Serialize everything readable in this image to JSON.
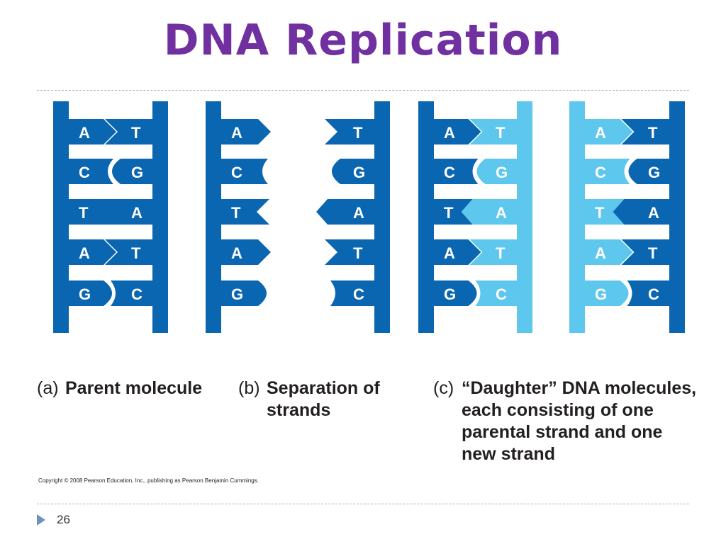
{
  "title": "DNA Replication",
  "colors": {
    "title": "#7030a0",
    "parent_strand": "#0a66b0",
    "new_strand": "#5ec7ee",
    "strand_dark": "#003a70",
    "letter": "#ffffff",
    "divider": "#9db4c6",
    "footer_arrow": "#6d93b8"
  },
  "panels": [
    {
      "id": "a",
      "letter": "(a)",
      "caption": "Parent molecule",
      "left_strand": "parent",
      "right_strand": "parent",
      "separated": false,
      "pairs": [
        {
          "left": "A",
          "right": "T",
          "shape": "arrow"
        },
        {
          "left": "C",
          "right": "G",
          "shape": "round"
        },
        {
          "left": "T",
          "right": "A",
          "shape": "notch"
        },
        {
          "left": "A",
          "right": "T",
          "shape": "arrow"
        },
        {
          "left": "G",
          "right": "C",
          "shape": "round-right"
        }
      ]
    },
    {
      "id": "b",
      "letter": "(b)",
      "caption": "Separation of strands",
      "left_strand": "parent",
      "right_strand": "parent",
      "separated": true,
      "pairs": [
        {
          "left": "A",
          "right": "T",
          "shape": "arrow"
        },
        {
          "left": "C",
          "right": "G",
          "shape": "round"
        },
        {
          "left": "T",
          "right": "A",
          "shape": "notch"
        },
        {
          "left": "A",
          "right": "T",
          "shape": "arrow"
        },
        {
          "left": "G",
          "right": "C",
          "shape": "round-right"
        }
      ]
    },
    {
      "id": "c1",
      "letter": "(c)",
      "caption": "“Daughter” DNA molecules, each consisting of one parental strand and one new strand",
      "left_strand": "parent",
      "right_strand": "new",
      "separated": false,
      "pairs": [
        {
          "left": "A",
          "right": "T",
          "shape": "arrow"
        },
        {
          "left": "C",
          "right": "G",
          "shape": "round"
        },
        {
          "left": "T",
          "right": "A",
          "shape": "notch"
        },
        {
          "left": "A",
          "right": "T",
          "shape": "arrow"
        },
        {
          "left": "G",
          "right": "C",
          "shape": "round-right"
        }
      ]
    },
    {
      "id": "c2",
      "letter": "",
      "caption": "",
      "left_strand": "new",
      "right_strand": "parent",
      "separated": false,
      "pairs": [
        {
          "left": "A",
          "right": "T",
          "shape": "arrow"
        },
        {
          "left": "C",
          "right": "G",
          "shape": "round"
        },
        {
          "left": "T",
          "right": "A",
          "shape": "notch"
        },
        {
          "left": "A",
          "right": "T",
          "shape": "arrow"
        },
        {
          "left": "G",
          "right": "C",
          "shape": "round-right"
        }
      ]
    }
  ],
  "captions": {
    "a_letter": "(a)",
    "a_text": "Parent molecule",
    "b_letter": "(b)",
    "b_line1": "Separation of",
    "b_line2": "strands",
    "c_letter": "(c)",
    "c_line1": "“Daughter” DNA molecules,",
    "c_line2": "each consisting of one",
    "c_line3": "parental strand and one",
    "c_line4": "new strand"
  },
  "copyright": "Copyright © 2008 Pearson Education, Inc., publishing as Pearson Benjamin Cummings.",
  "page_number": "26"
}
